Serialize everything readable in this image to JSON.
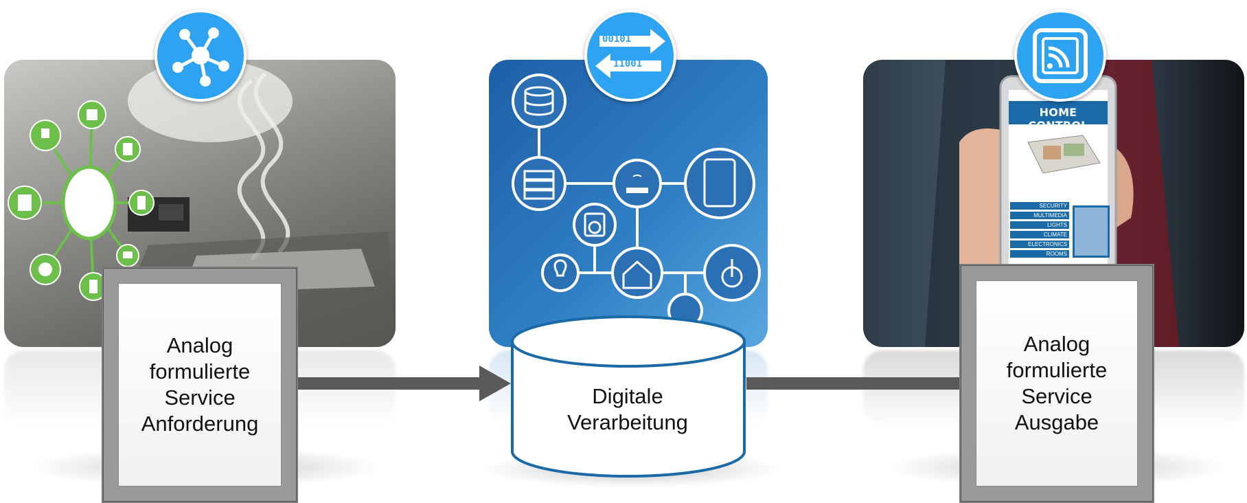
{
  "boxes": {
    "left": [
      "Analog",
      "formulierte",
      "Service",
      "Anforderung"
    ],
    "center": [
      "Digitale",
      "Verarbeitung"
    ],
    "right": [
      "Analog",
      "formulierte",
      "Service",
      "Ausgabe"
    ]
  },
  "badges": {
    "left": "network-hub-icon",
    "center": "binary-data-transfer-icon",
    "right": "wireless-signal-icon",
    "center_codes": [
      "00101",
      "11001"
    ]
  },
  "phone": {
    "title": "HOME CONTROL",
    "menu": [
      "SECURITY",
      "MULTIMEDIA",
      "LIGHTS",
      "CLIMATE",
      "ELECTRONICS",
      "ROOMS"
    ]
  },
  "colors": {
    "badge": "#2ea3f2",
    "arrow": "#5a5a5a",
    "smart_home_green": "#6cc04a",
    "network_blue": "#2f7ec4"
  }
}
